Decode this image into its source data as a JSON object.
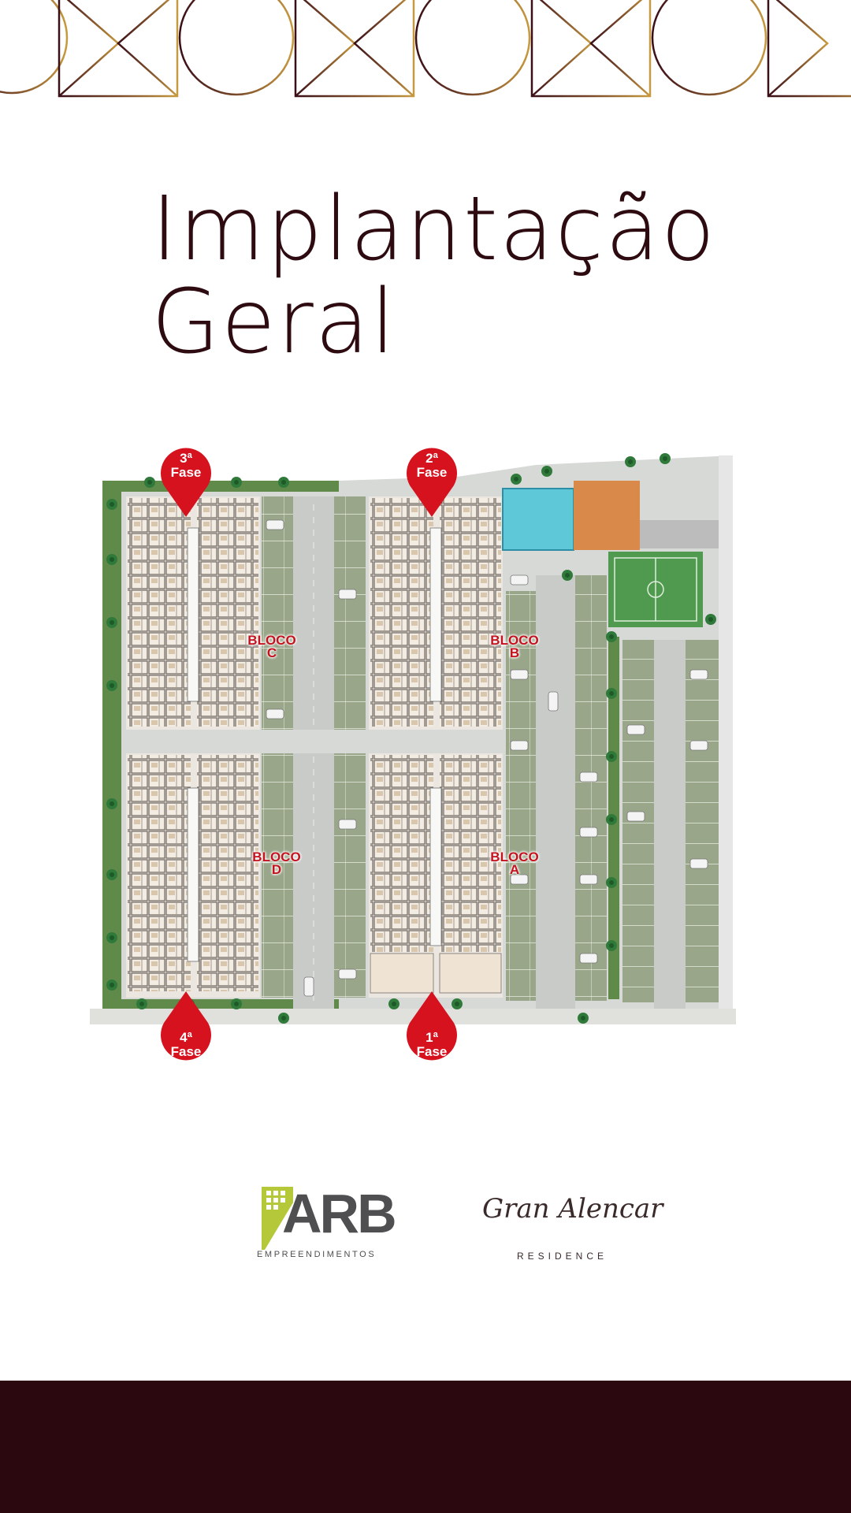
{
  "page": {
    "title_line1": "Implantação",
    "title_line2": "Geral",
    "colors": {
      "title": "#2e0b10",
      "footer": "#2b0710",
      "pin": "#d5121e",
      "bloco_label": "#c4121f",
      "pattern_start": "#3a0f17",
      "pattern_end": "#c79a3f"
    }
  },
  "site_plan": {
    "phase_pins": [
      {
        "id": "phase-3",
        "line1": "3ª",
        "line2": "Fase",
        "direction": "down"
      },
      {
        "id": "phase-2",
        "line1": "2ª",
        "line2": "Fase",
        "direction": "down"
      },
      {
        "id": "phase-4",
        "line1": "4ª",
        "line2": "Fase",
        "direction": "up"
      },
      {
        "id": "phase-1",
        "line1": "1ª",
        "line2": "Fase",
        "direction": "up"
      }
    ],
    "blocks": [
      {
        "id": "bloco-c",
        "line1": "BLOCO",
        "line2": "C"
      },
      {
        "id": "bloco-b",
        "line1": "BLOCO",
        "line2": "B"
      },
      {
        "id": "bloco-d",
        "line1": "BLOCO",
        "line2": "D"
      },
      {
        "id": "bloco-a",
        "line1": "BLOCO",
        "line2": "A"
      }
    ]
  },
  "logos": {
    "arb": {
      "name": "ARB",
      "tagline": "EMPREENDIMENTOS",
      "icon": "building-icon"
    },
    "gran_alencar": {
      "name": "Gran Alencar",
      "tagline": "RESIDENCE"
    }
  }
}
